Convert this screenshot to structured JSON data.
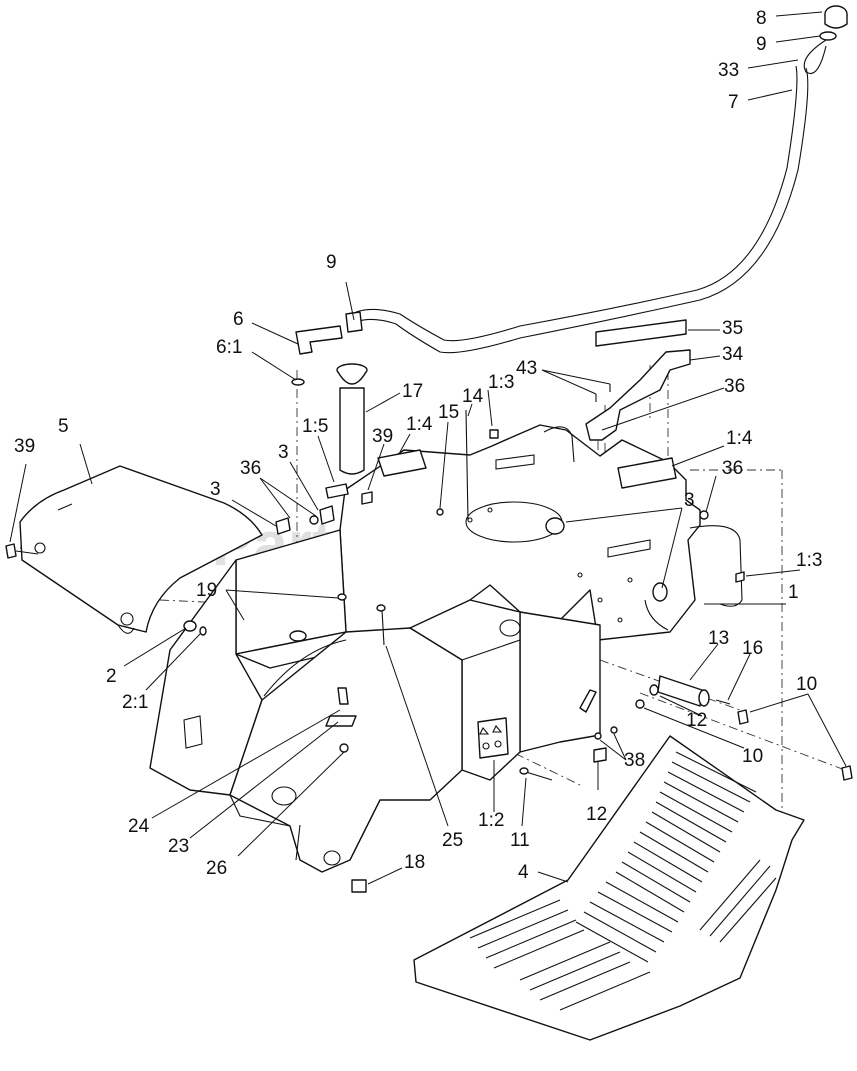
{
  "watermark": {
    "text": "PartsTree",
    "mark": "TM"
  },
  "callouts": [
    "8",
    "9",
    "33",
    "7",
    "9",
    "6",
    "6:1",
    "17",
    "35",
    "34",
    "43",
    "36",
    "1:3",
    "14",
    "15",
    "1:4",
    "1:5",
    "39",
    "3",
    "36",
    "5",
    "39",
    "3",
    "1:4",
    "36",
    "3",
    "1:3",
    "1",
    "19",
    "2",
    "2:1",
    "13",
    "16",
    "12",
    "10",
    "10",
    "38",
    "12",
    "24",
    "23",
    "26",
    "25",
    "1:2",
    "11",
    "18",
    "4"
  ],
  "decal": {
    "symbols": [
      "warning-triangle",
      "warning-triangle",
      "wheel-symbol",
      "wheel-symbol"
    ]
  }
}
